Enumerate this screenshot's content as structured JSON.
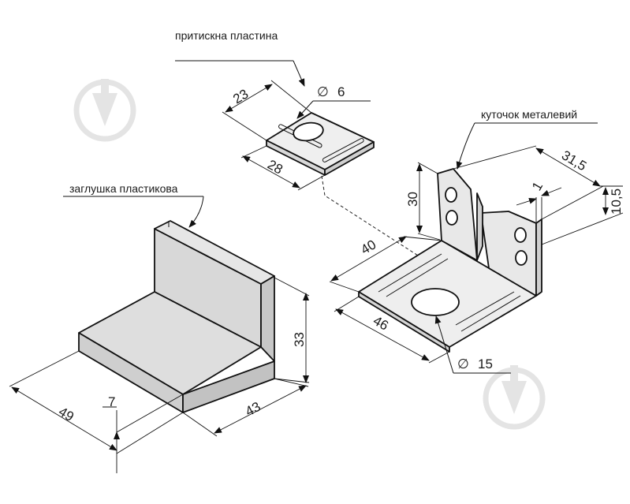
{
  "labels": {
    "pressure_plate": "притискна пластина",
    "metal_bracket": "куточок металевий",
    "plastic_cap": "заглушка пластикова"
  },
  "dimensions": {
    "plate_width": "23",
    "plate_hole": "6",
    "plate_length": "28",
    "bracket_height": "30",
    "bracket_top": "31,5",
    "bracket_thickness": "1",
    "bracket_offset": "10,5",
    "bracket_depth": "40",
    "bracket_width": "46",
    "bracket_hole": "15",
    "cap_height": "33",
    "cap_width": "49",
    "cap_thickness": "7",
    "cap_length": "43"
  },
  "symbols": {
    "diameter": "∅"
  },
  "colors": {
    "cap_fill": "#d9d9d9",
    "metal_fill": "#eeeeee",
    "watermark": "#e4e4e4"
  }
}
